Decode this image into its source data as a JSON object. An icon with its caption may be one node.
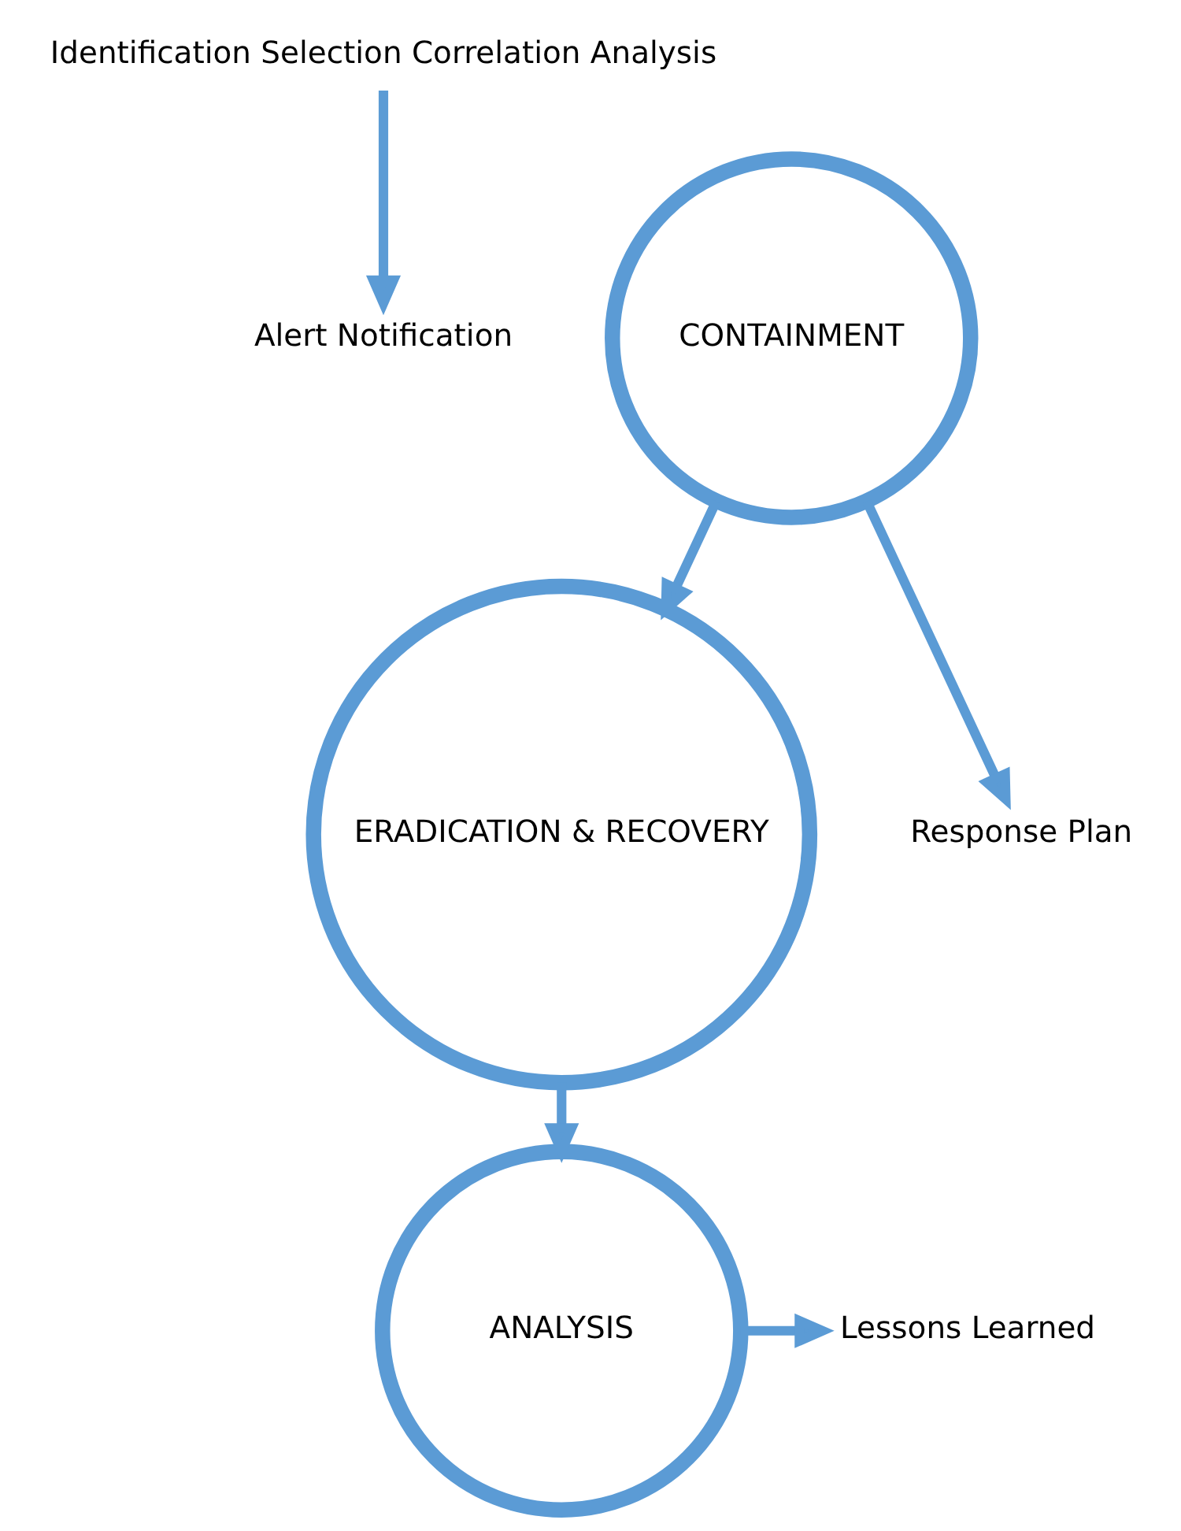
{
  "diagram": {
    "nodes": [
      {
        "text": [
          "Identification Selection Correlation Analysis"
        ]
      },
      {
        "text": [
          "Alert Notification"
        ]
      },
      {
        "text": [
          "CONTAINMENT"
        ]
      },
      {
        "text": [
          "ERADICATION & RECOVERY"
        ]
      },
      {
        "text": [
          "ANALYSIS"
        ]
      },
      {
        "text": [
          "Response Plan"
        ]
      },
      {
        "text": [
          "Lessons Learned"
        ]
      }
    ],
    "edges": [
      {
        "from": 0,
        "to": 1,
        "arrow": "to"
      },
      {
        "from": 2,
        "to": 3,
        "arrow": "to"
      },
      {
        "from": 3,
        "to": 4,
        "arrow": "to"
      },
      {
        "from": 2,
        "to": 5,
        "arrow": "to"
      },
      {
        "from": 4,
        "to": 6,
        "arrow": "to"
      }
    ]
  }
}
